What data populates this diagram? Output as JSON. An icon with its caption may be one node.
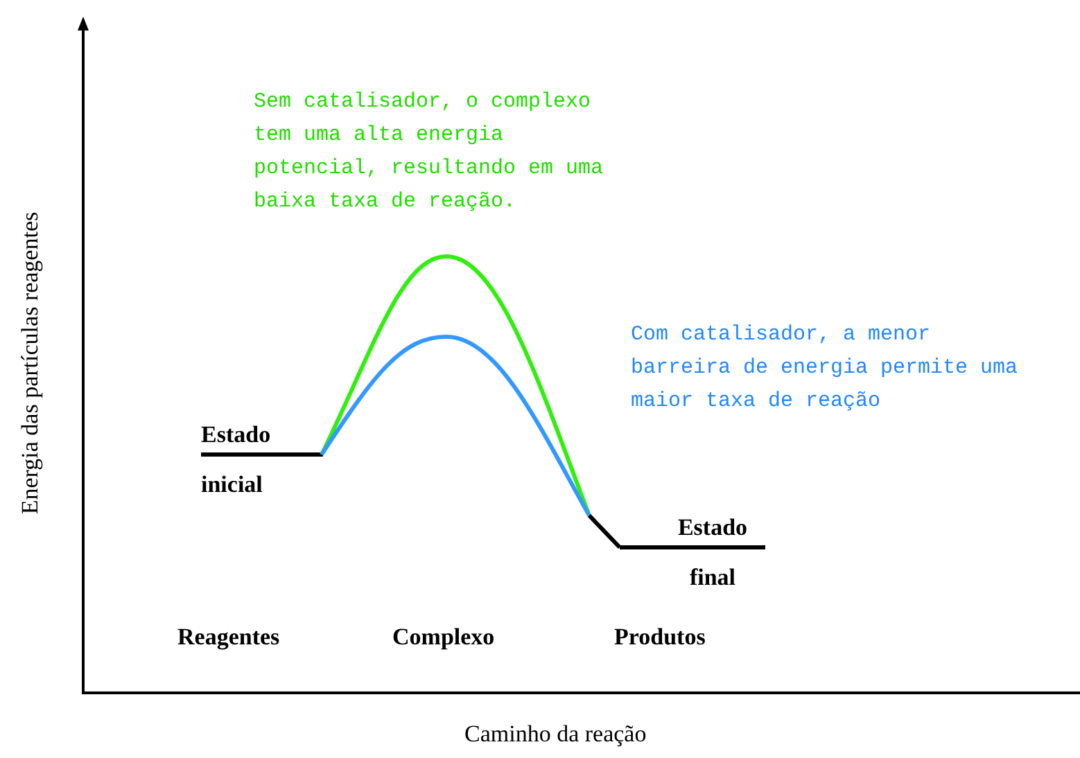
{
  "diagram": {
    "labels": [
      "Sem catalisador, o complexo tem uma alta energia potencial, resultando em uma baixa taxa de reação.",
      "Com catalisador, a menor barreira de energia permite uma maior taxa de reação",
      "Estado inicial",
      "Estado final",
      "Reagentes",
      "Complexo",
      "Produtos",
      "Energia das partículas reagentes",
      "Caminho da reação"
    ]
  }
}
